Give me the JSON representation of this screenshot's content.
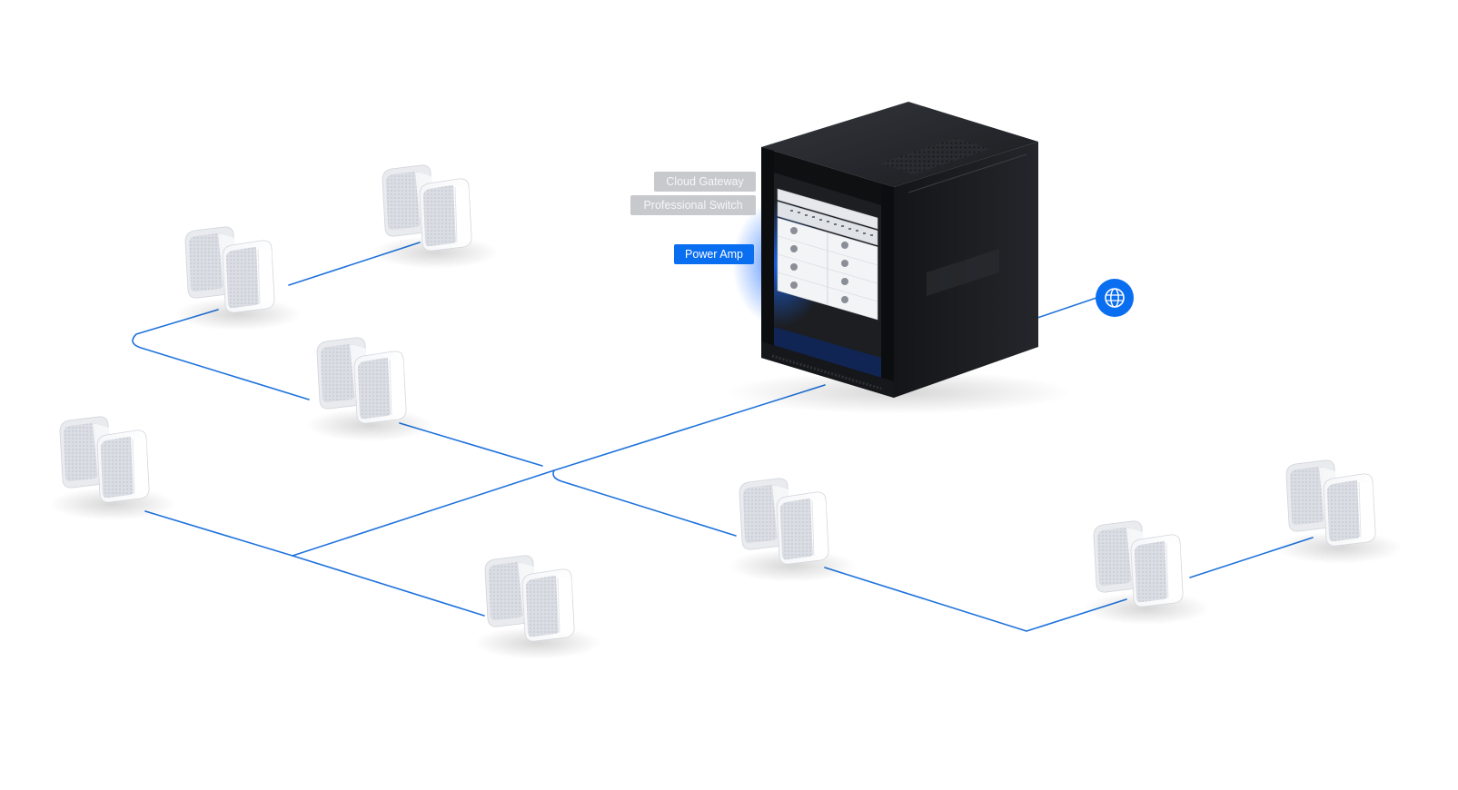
{
  "labels": {
    "cloud_gateway": "Cloud Gateway",
    "professional_switch": "Professional Switch",
    "power_amp": "Power Amp"
  },
  "colors": {
    "cable": "#1f73dc",
    "accent": "#0a6ef0",
    "tag_inactive": "#c8c9cc",
    "rack": "#1d1f23",
    "speaker": "#f2f3f5",
    "speaker_grille": "#d4d7de"
  },
  "icons": {
    "internet": "globe-icon"
  }
}
